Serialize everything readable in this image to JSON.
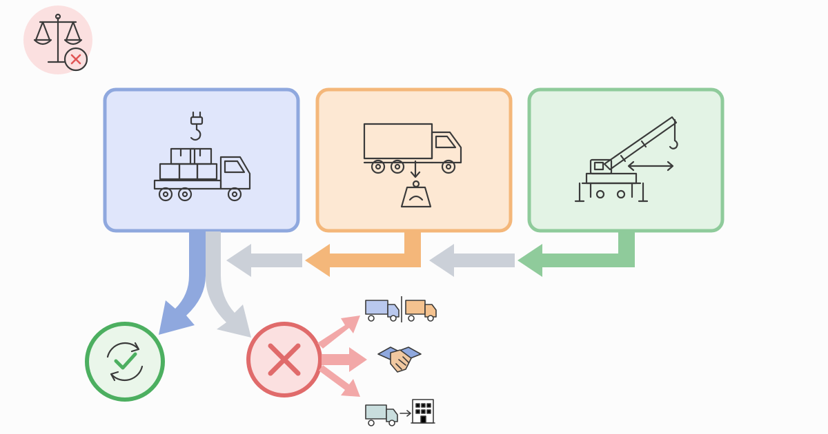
{
  "palette": {
    "blue": "#8fa8de",
    "blue_fill": "#e0e6fb",
    "orange": "#f4b77a",
    "orange_fill": "#fde8d3",
    "green": "#8fcb9b",
    "green_fill": "#e3f3e5",
    "gray": "#cbd0d8",
    "red": "#e06b6b",
    "red_fill": "#fbe0e0",
    "red_arrow": "#f2a8a8",
    "ok_green": "#4caf60",
    "ok_fill": "#eaf6ea",
    "ink": "#3a3a3a"
  },
  "badge": {
    "icon": "scales-with-x-icon"
  },
  "panels": [
    {
      "id": "load",
      "icon": "hook-and-loaded-flatbed-truck-icon",
      "color": "blue"
    },
    {
      "id": "weigh",
      "icon": "truck-with-weight-icon",
      "color": "orange"
    },
    {
      "id": "crane",
      "icon": "mobile-crane-with-reach-arrow-icon",
      "color": "green"
    }
  ],
  "outcomes": {
    "success": {
      "icon": "refresh-check-icon"
    },
    "failure": {
      "icon": "x-mark-icon"
    },
    "alternatives": [
      {
        "icon": "two-trucks-split-icon"
      },
      {
        "icon": "handshake-icon"
      },
      {
        "icon": "truck-to-building-icon"
      }
    ]
  }
}
